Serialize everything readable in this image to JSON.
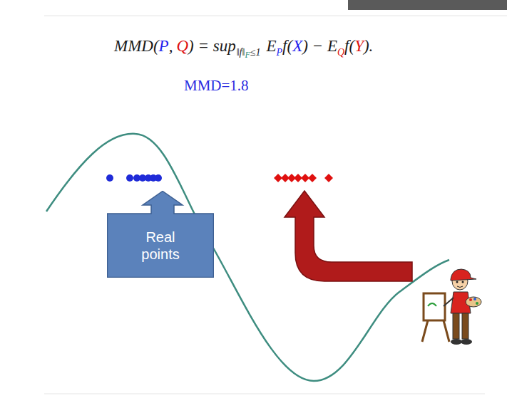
{
  "diagram": {
    "nodes": [
      {
        "text": [
          "Real points"
        ]
      }
    ],
    "labels": [
      "MMD(",
      "P",
      ",",
      "Q",
      ") = sup",
      "‖f‖",
      "F",
      "≤1",
      "E",
      "P",
      "f(",
      "X",
      ") − E",
      "Q",
      "f(",
      "Y",
      ").",
      "MMD=1.8"
    ]
  }
}
